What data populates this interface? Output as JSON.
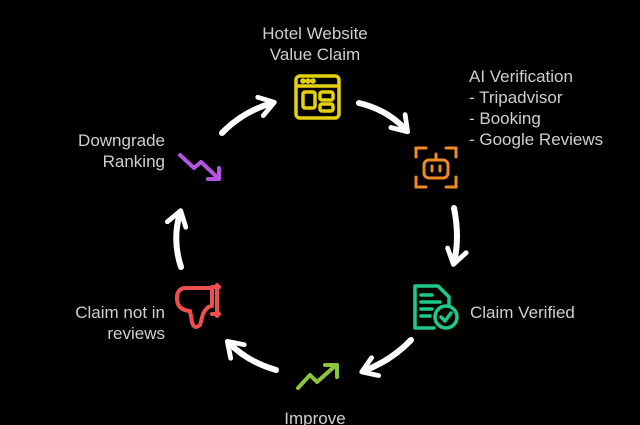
{
  "nodes": {
    "hotel_claim": {
      "line1": "Hotel Website",
      "line2": "Value Claim",
      "icon": "website-icon",
      "color": "#e5d10f"
    },
    "ai_verification": {
      "title": "AI Verification",
      "items": [
        "- Tripadvisor",
        "- Booking",
        "- Google Reviews"
      ],
      "icon": "robot-icon",
      "color": "#f08a24"
    },
    "claim_verified": {
      "label": "Claim Verified",
      "icon": "verified-document-icon",
      "color": "#1ec98a"
    },
    "improve": {
      "label": "Improve",
      "icon": "trend-up-icon",
      "color": "#8cc63f"
    },
    "claim_not_in_reviews": {
      "line1": "Claim not in",
      "line2": "reviews",
      "icon": "thumbs-down-icon",
      "color": "#f04e4e"
    },
    "downgrade": {
      "line1": "Downgrade",
      "line2": "Ranking",
      "icon": "trend-down-icon",
      "color": "#b455e0"
    }
  }
}
